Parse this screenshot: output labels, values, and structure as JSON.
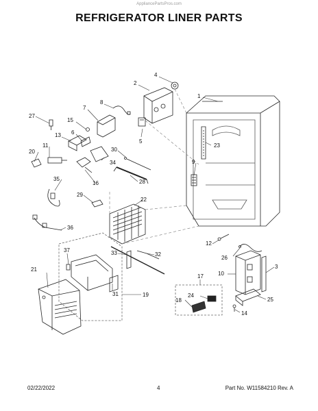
{
  "watermark": "AppliancePartsPros.com",
  "title": "REFRIGERATOR LINER PARTS",
  "footer": {
    "date": "02/22/2022",
    "page": "4",
    "part_rev": "Part No.  W11584210  Rev.  A"
  },
  "callouts": [
    "1",
    "2",
    "3",
    "4",
    "5",
    "6",
    "7",
    "8",
    "9",
    "10",
    "11",
    "12",
    "13",
    "14",
    "15",
    "16",
    "17",
    "18",
    "19",
    "20",
    "21",
    "22",
    "23",
    "24",
    "25",
    "26",
    "27",
    "28",
    "29",
    "30",
    "31",
    "32",
    "33",
    "34",
    "35",
    "36",
    "37"
  ]
}
